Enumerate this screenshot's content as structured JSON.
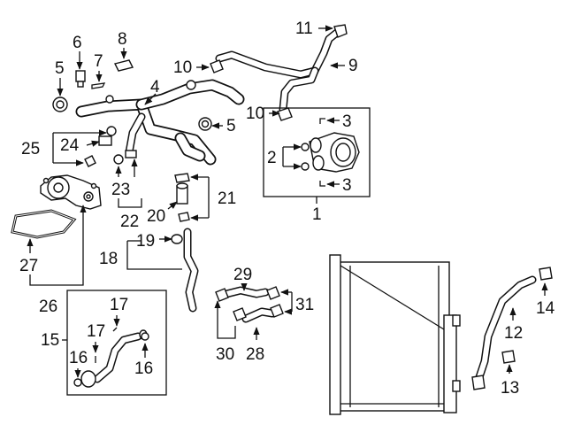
{
  "diagram": {
    "callouts": {
      "c1": "1",
      "c2": "2",
      "c3a": "3",
      "c3b": "3",
      "c4": "4",
      "c5a": "5",
      "c5b": "5",
      "c6": "6",
      "c7": "7",
      "c8": "8",
      "c9": "9",
      "c10a": "10",
      "c10b": "10",
      "c11": "11",
      "c12": "12",
      "c13": "13",
      "c14": "14",
      "c15": "15",
      "c16a": "16",
      "c16b": "16",
      "c17a": "17",
      "c17b": "17",
      "c18": "18",
      "c19": "19",
      "c20": "20",
      "c21": "21",
      "c22": "22",
      "c23": "23",
      "c24": "24",
      "c25": "25",
      "c26": "26",
      "c27": "27",
      "c28": "28",
      "c29": "29",
      "c30": "30",
      "c31": "31"
    }
  }
}
